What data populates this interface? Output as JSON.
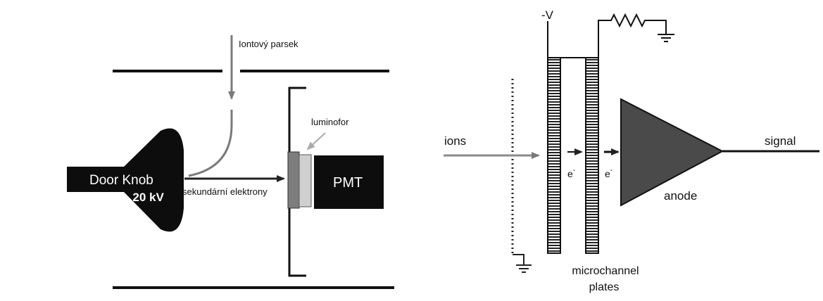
{
  "left_diagram": {
    "ion_beam_label": "Iontový parsek",
    "luminophore_label": "luminofor",
    "door_knob_label": "Door Knob",
    "voltage_label": "- 20 kV",
    "secondary_electrons_label": "sekundární elektrony",
    "pmt_label": "PMT"
  },
  "right_diagram": {
    "voltage_label": "-V",
    "ions_label": "ions",
    "electron_label_1": "e",
    "electron_label_2": "e",
    "electron_charge": "-",
    "anode_label": "anode",
    "signal_label": "signal",
    "mcp_label_line1": "microchannel",
    "mcp_label_line2": "plates"
  },
  "colors": {
    "ink": "#111111",
    "grey_arrow": "#7a7a7a",
    "anode_fill": "#4a4a4a",
    "luminophore_dark": "#7d7d7d",
    "luminophore_light": "#cfcfcf"
  }
}
